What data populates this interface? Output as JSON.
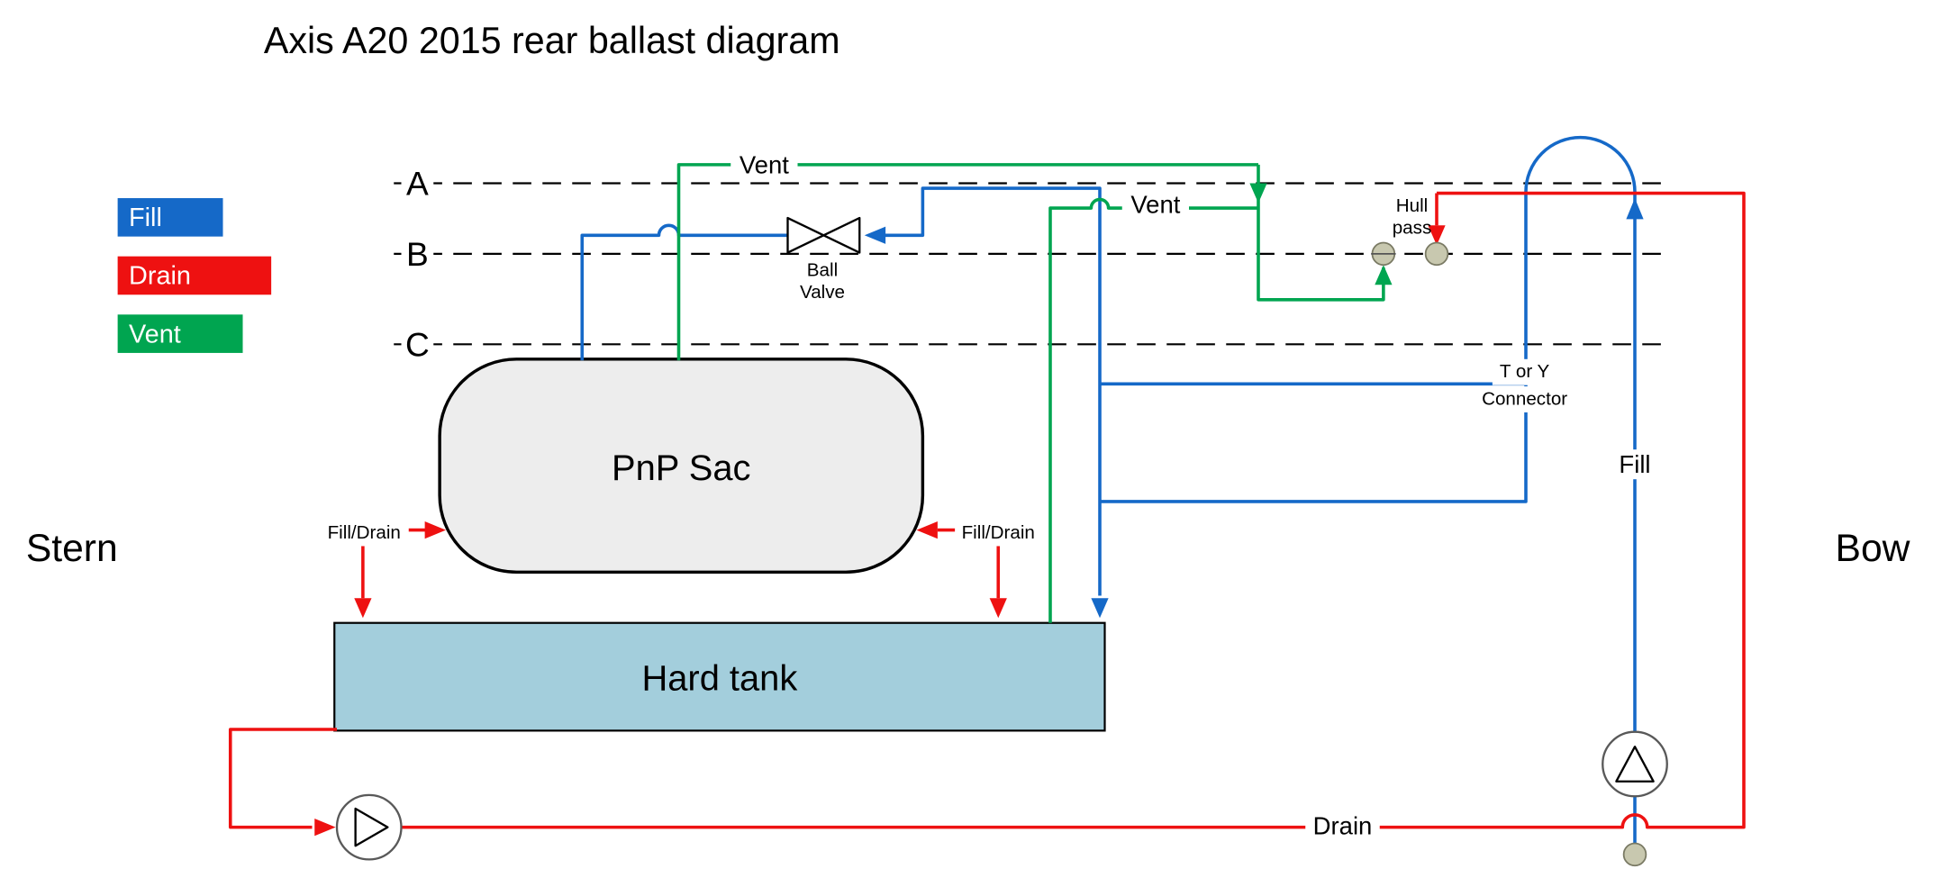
{
  "title": "Axis A20 2015 rear ballast diagram",
  "colors": {
    "fill": "#1569C8",
    "drain": "#EE1111",
    "vent": "#00A550",
    "tank": "#A3CEDC",
    "sac": "#EDEDED",
    "fitting": "#C8C8AF"
  },
  "legend": {
    "items": [
      {
        "label": "Fill"
      },
      {
        "label": "Drain"
      },
      {
        "label": "Vent"
      }
    ]
  },
  "waterlines": {
    "a": "A",
    "b": "B",
    "c": "C"
  },
  "sides": {
    "stern": "Stern",
    "bow": "Bow"
  },
  "components": {
    "pnp_sac": "PnP Sac",
    "hard_tank": "Hard tank",
    "ball_valve": [
      "Ball",
      "Valve"
    ],
    "hull_pass": [
      "Hull",
      "pass"
    ],
    "t_or_y": [
      "T or Y",
      "Connector"
    ]
  },
  "line_labels": {
    "vent_top": "Vent",
    "vent_mid": "Vent",
    "fill": "Fill",
    "drain": "Drain",
    "fill_drain_left": "Fill/Drain",
    "fill_drain_right": "Fill/Drain"
  }
}
